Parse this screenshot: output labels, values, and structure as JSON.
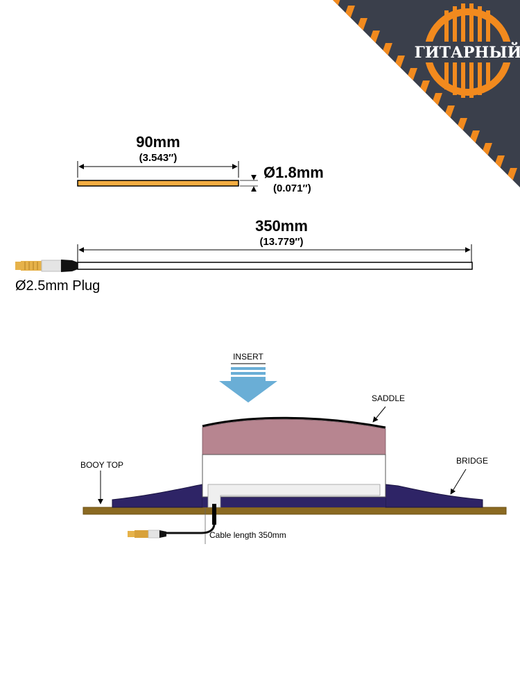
{
  "brand": {
    "name": "ГИТАРНЫЙ"
  },
  "colors": {
    "corner_dark": "#3a3f4b",
    "stripe": "#f28a1e",
    "element_strip": "#f4ad42",
    "saddle": "#b78590",
    "bridge": "#2e2466",
    "body_top": "#8b6a22",
    "arrow": "#6aaed6",
    "plug_gold": "#e6b24a"
  },
  "icons": {
    "brand_logo": "stylized-guitar-strings-sun-icon"
  },
  "element": {
    "length_label": "90mm",
    "length_inch": "(3.543″)",
    "diameter_label": "Ø1.8mm",
    "diameter_inch": "(0.071″)"
  },
  "cable": {
    "length_label": "350mm",
    "length_inch": "(13.779″)",
    "plug_label": "Ø2.5mm Plug"
  },
  "diagram": {
    "insert_label": "INSERT",
    "saddle_label": "SADDLE",
    "bridge_label": "BRIDGE",
    "body_top_label": "BOOY TOP",
    "cable_note": "Cable length 350mm"
  }
}
